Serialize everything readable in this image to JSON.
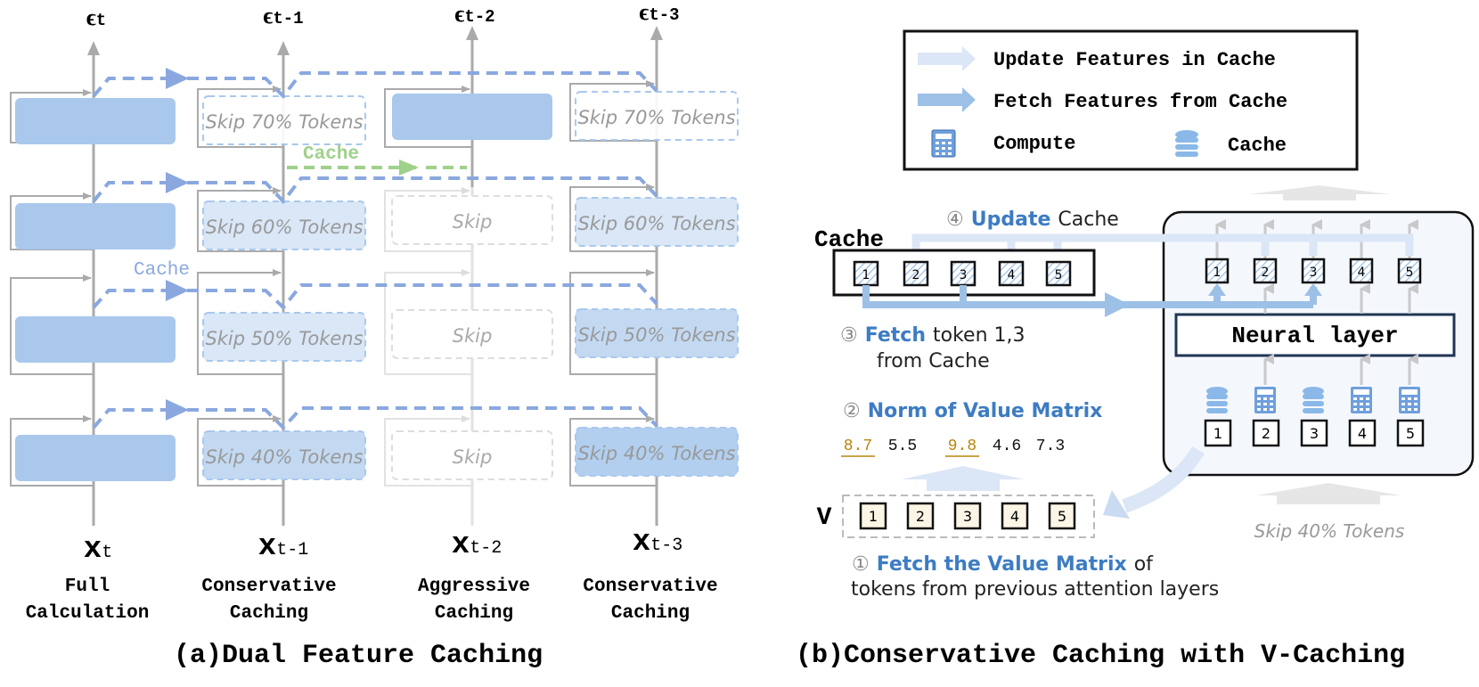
{
  "colors": {
    "block_fill": "#a9c8ec",
    "dashed_blue": "#8aa8df",
    "cache_green": "#9fd18a",
    "gray_line": "#aaaaaa",
    "light_arrow": "#dbe6f6",
    "fetch_arrow": "#9cc0e6",
    "accent_text": "#3d7cc4",
    "highlight_text": "#b8860b",
    "panel_fill": "#f4f8fd"
  },
  "panel_a": {
    "caption_prefix": "(a)",
    "caption": "Dual Feature Caching",
    "columns": [
      {
        "eps": "ϵ",
        "eps_sub": "t",
        "x": "x",
        "x_sub": "t",
        "label_1": "Full",
        "label_2": "Calculation"
      },
      {
        "eps": "ϵ",
        "eps_sub": "t-1",
        "x": "x",
        "x_sub": "t-1",
        "label_1": "Conservative",
        "label_2": "Caching"
      },
      {
        "eps": "ϵ",
        "eps_sub": "t-2",
        "x": "x",
        "x_sub": "t-2",
        "label_1": "Aggressive",
        "label_2": "Caching"
      },
      {
        "eps": "ϵ",
        "eps_sub": "t-3",
        "x": "x",
        "x_sub": "t-3",
        "label_1": "Conservative",
        "label_2": "Caching"
      }
    ],
    "column1_blocks": [
      "Skip 70% Tokens",
      "Skip 60% Tokens",
      "Skip 50% Tokens",
      "Skip 40% Tokens"
    ],
    "column2_blocks": [
      "",
      "Skip",
      "Skip",
      "Skip"
    ],
    "column3_blocks": [
      "Skip 70% Tokens",
      "Skip 60% Tokens",
      "Skip 50% Tokens",
      "Skip 40% Tokens"
    ],
    "cache_label_green": "Cache",
    "cache_label_blue": "Cache"
  },
  "panel_b": {
    "caption_prefix": "(b)",
    "caption": "Conservative Caching with V-Caching",
    "legend": {
      "update": "Update Features in Cache",
      "fetch": "Fetch Features from Cache",
      "compute": "Compute",
      "cache": "Cache"
    },
    "cache_title": "Cache",
    "cache_tokens": [
      "1",
      "2",
      "3",
      "4",
      "5"
    ],
    "step4_num": "④",
    "step4_bold": "Update",
    "step4_rest": "Cache",
    "step3_num": "③",
    "step3_bold": "Fetch",
    "step3_rest": "token 1,3",
    "step3_line2": "from Cache",
    "step2_num": "②",
    "step2_bold": "Norm of Value Matrix",
    "norms": [
      "8.7",
      "5.5",
      "9.8",
      "4.6",
      "7.3"
    ],
    "norm_highlight": [
      true,
      false,
      true,
      false,
      false
    ],
    "v_label": "V",
    "v_tokens": [
      "1",
      "2",
      "3",
      "4",
      "5"
    ],
    "step1_num": "①",
    "step1_bold": "Fetch the Value Matrix",
    "step1_rest": "of",
    "step1_line2": "tokens from previous attention layers",
    "neural_layer": "Neural layer",
    "top_tokens": [
      "1",
      "2",
      "3",
      "4",
      "5"
    ],
    "bottom_tokens": [
      "1",
      "2",
      "3",
      "4",
      "5"
    ],
    "bottom_icons": [
      "cache",
      "compute",
      "cache",
      "compute",
      "compute"
    ],
    "skip_label": "Skip 40% Tokens"
  }
}
